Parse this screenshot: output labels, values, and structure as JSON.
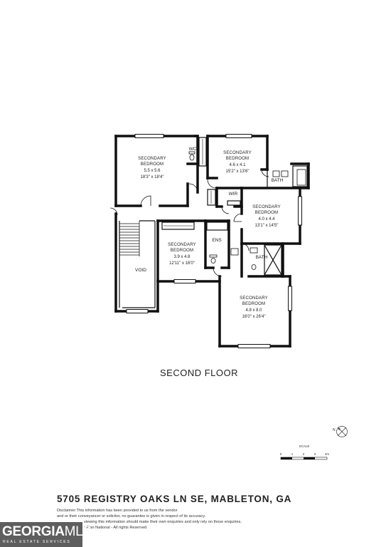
{
  "rooms": {
    "bedroom_a": {
      "name_1": "SECONDARY",
      "name_2": "BEDROOM",
      "metric": "5.5 x 5.6",
      "imperial": "18'3\" x 18'4\""
    },
    "bedroom_b": {
      "name_1": "SECONDARY",
      "name_2": "BEDROOM",
      "metric": "4.6 x 4.1",
      "imperial": "15'2\" x 13'6\""
    },
    "bedroom_c": {
      "name_1": "SECONDARY",
      "name_2": "BEDROOM",
      "metric": "4.0 x 4.4",
      "imperial": "13'1\" x 14'5\""
    },
    "bedroom_d": {
      "name_1": "SECONDARY",
      "name_2": "BEDROOM",
      "metric": "3.9 x 4.8",
      "imperial": "12'11\" x 16'0\""
    },
    "bedroom_e": {
      "name_1": "SECONDARY",
      "name_2": "BEDROOM",
      "metric": "4.8 x 8.0",
      "imperial": "16'0\" x 26'4\""
    },
    "wc": "WC",
    "bath_upper": "BATH",
    "wir": "WIR",
    "ens": "ENS",
    "bath_lower": "BATH",
    "void": "VOID"
  },
  "floor_title": "SECOND FLOOR",
  "scale": {
    "label": "SCALE",
    "ticks": [
      "0",
      "1",
      "2",
      "3",
      "4m"
    ]
  },
  "compass": {
    "label": "N"
  },
  "address": "5705 REGISTRY OAKS LN SE, MABLETON, GA",
  "disclaimer": {
    "line_1": "Disclaimer:This information has been provided to us from the vendor",
    "line_2": "and or their conveyancer or solicitor, no guarantee is given in respect of its accuracy.",
    "line_3": "viewing this information should make their own enquiries and only rely on those enquiries.",
    "line_4": "r Plan National - All rights Reserved"
  },
  "logo": {
    "main_bold": "GEORGIA",
    "main_light": "MLS",
    "sub": "REAL ESTATE SERVICES"
  },
  "colors": {
    "wall": "#111111",
    "text": "#222222",
    "logo_bg": "#5e5e5e"
  }
}
